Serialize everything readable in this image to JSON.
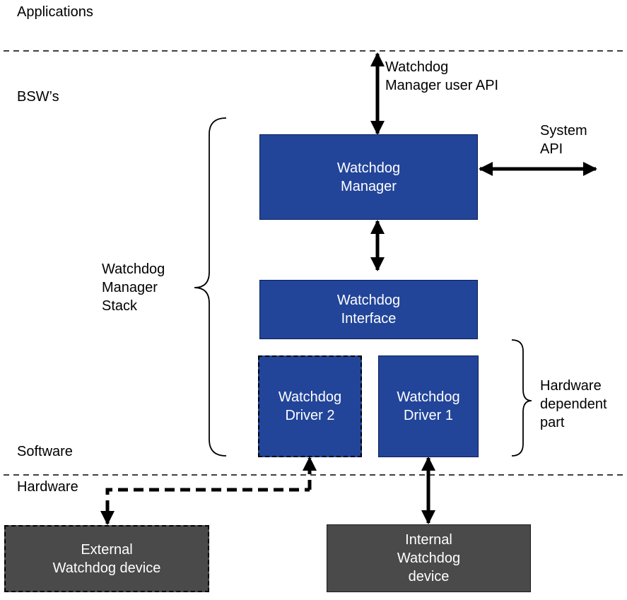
{
  "layers": {
    "applications": "Applications",
    "bsws": "BSW’s",
    "software": "Software",
    "hardware": "Hardware"
  },
  "annotations": {
    "user_api_line1": "Watchdog",
    "user_api_line2": "Manager user API",
    "system_api_line1": "System",
    "system_api_line2": "API",
    "stack_line1": "Watchdog",
    "stack_line2": "Manager",
    "stack_line3": "Stack",
    "hw_dep_line1": "Hardware",
    "hw_dep_line2": "dependent",
    "hw_dep_line3": "part"
  },
  "boxes": {
    "manager": {
      "line1": "Watchdog",
      "line2": "Manager"
    },
    "interface": {
      "line1": "Watchdog",
      "line2": "Interface"
    },
    "driver2": {
      "line1": "Watchdog",
      "line2": "Driver 2"
    },
    "driver1": {
      "line1": "Watchdog",
      "line2": "Driver 1"
    },
    "external": {
      "line1": "External",
      "line2": "Watchdog device"
    },
    "internal": {
      "line1": "Internal",
      "line2": "Watchdog",
      "line3": "device"
    }
  },
  "colors": {
    "module_fill": "#22459a",
    "device_fill": "#4a4a4a",
    "line": "#000000"
  }
}
